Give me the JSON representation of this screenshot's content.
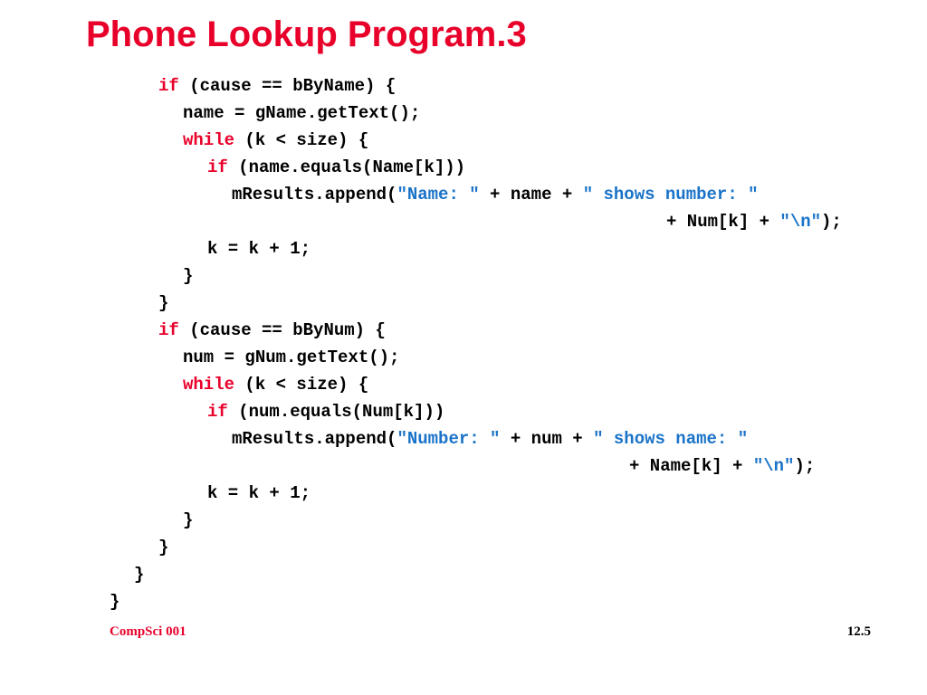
{
  "slide": {
    "title": "Phone Lookup Program.3"
  },
  "code": {
    "l1": {
      "kw": "if",
      "rest": " (cause == bByName) {"
    },
    "l2": {
      "text": "name = gName.getText();"
    },
    "l3": {
      "kw": "while",
      "rest": " (k < size) {"
    },
    "l4": {
      "kw": "if",
      "rest": " (name.equals(Name[k]))"
    },
    "l5": {
      "a": "mResults.append(",
      "s1": "\"Name: \"",
      "b": " + name + ",
      "s2": "\" shows number: \""
    },
    "l6": {
      "a": "+ Num[k] + ",
      "s1": "\"\\n\"",
      "b": ");"
    },
    "l7": {
      "text": "k = k + 1;"
    },
    "l8": {
      "text": "}"
    },
    "l9": {
      "text": "}"
    },
    "l10": {
      "kw": "if",
      "rest": " (cause == bByNum) {"
    },
    "l11": {
      "text": "num = gNum.getText();"
    },
    "l12": {
      "kw": "while",
      "rest": " (k < size) {"
    },
    "l13": {
      "kw": "if",
      "rest": " (num.equals(Num[k]))"
    },
    "l14": {
      "a": "mResults.append(",
      "s1": "\"Number: \"",
      "b": " + num + ",
      "s2": "\" shows name: \""
    },
    "l15": {
      "a": "+ Name[k] + ",
      "s1": "\"\\n\"",
      "b": ");"
    },
    "l16": {
      "text": "k = k + 1;"
    },
    "l17": {
      "text": "}"
    },
    "l18": {
      "text": "}"
    },
    "l19": {
      "text": "}"
    },
    "l20": {
      "text": "}"
    }
  },
  "footer": {
    "left": "CompSci 001",
    "right": "12.5"
  },
  "colors": {
    "title": "#e8002a",
    "keyword": "#e8002a",
    "string": "#1a73c8",
    "code": "#000000"
  }
}
